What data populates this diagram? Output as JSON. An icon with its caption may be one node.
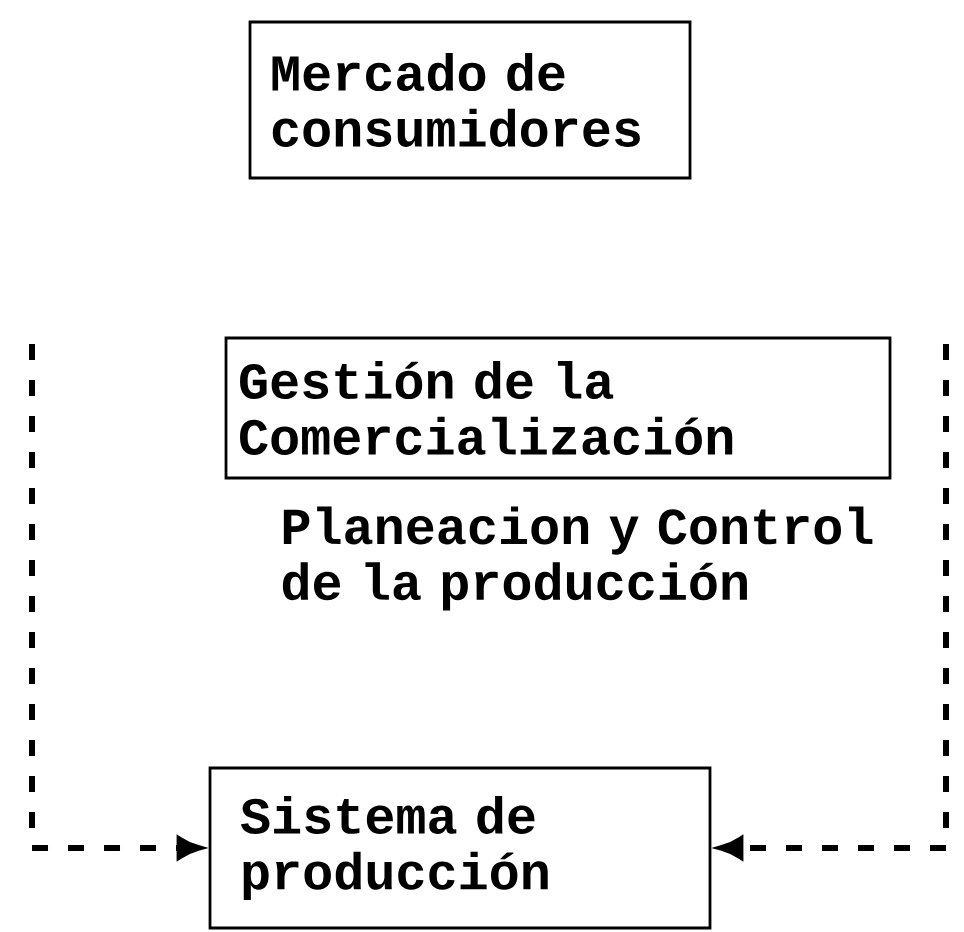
{
  "diagram": {
    "nodes": [
      {
        "text": [
          "Mercado de consumidores"
        ]
      },
      {
        "text": [
          "Gestión de la Comercialización"
        ]
      },
      {
        "text": [
          "Sistema de producción"
        ]
      }
    ],
    "edges": [
      {
        "from": null,
        "to": 2,
        "arrow": "to",
        "style": "dashed"
      },
      {
        "from": null,
        "to": 2,
        "arrow": "to",
        "style": "dashed"
      }
    ],
    "labels": [
      "Planeacion y Control de la producción"
    ]
  }
}
